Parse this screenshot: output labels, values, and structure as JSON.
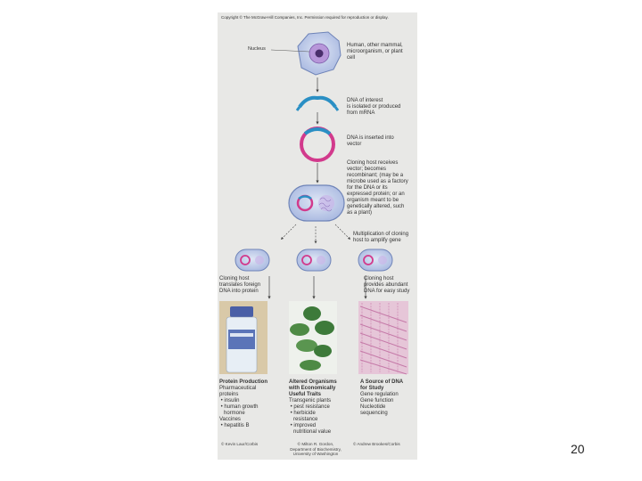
{
  "copyright": "Copyright © The McGraw-Hill Companies, Inc. Permission required for reproduction or display.",
  "labels": {
    "nucleus": "Nucleus",
    "cell_source": "Human, other mammal,\nmicroorganism, or plant\ncell",
    "dna_isolated": "DNA of interest\nis isolated or produced\nfrom mRNA",
    "dna_inserted": "DNA is inserted into\nvector",
    "cloning_host": "Cloning host receives\nvector; becomes\nrecombinant; (may be a\nmicrobe used as a factory\nfor the DNA or its\nexpressed protein; or an\norganism meant to be\ngenetically altered, such\nas a plant)",
    "multiplication": "Multiplication of cloning\nhost to amplify gene",
    "translates": "Cloning host\ntranslates foreign\nDNA into protein",
    "provides": "Cloning host\nprovides abundant\nDNA for easy study"
  },
  "columns": {
    "protein": {
      "title": "Protein Production",
      "body": "Pharmaceutical\nproteins\n • insulin\n • human growth\n   hormone\nVaccines\n • hepatitis B",
      "credit": "© Kevin Laur/Corbis"
    },
    "organisms": {
      "title": "Altered Organisms\nwith Economically\nUseful Traits",
      "body": "Transgenic plants\n • pest resistance\n • herbicide\n   resistance\n • improved\n   nutritional value",
      "credit": "© Milton R. Gordon,\nDepartment of Biochemistry,\nUniversity of Washington"
    },
    "study": {
      "title": "A Source of DNA\nfor Study",
      "body": "Gene regulation\nGene function\nNucleotide\nsequencing",
      "credit": "© Andrew Brookes/Corbis"
    }
  },
  "page_number": "20",
  "colors": {
    "cell_fill": "#b9c7e6",
    "cell_border": "#6f84b8",
    "nucleus": "#8a6fb9",
    "dna_blue": "#2a8fc4",
    "vector_pink": "#d23a8c",
    "panel": "#e8e8e6"
  }
}
